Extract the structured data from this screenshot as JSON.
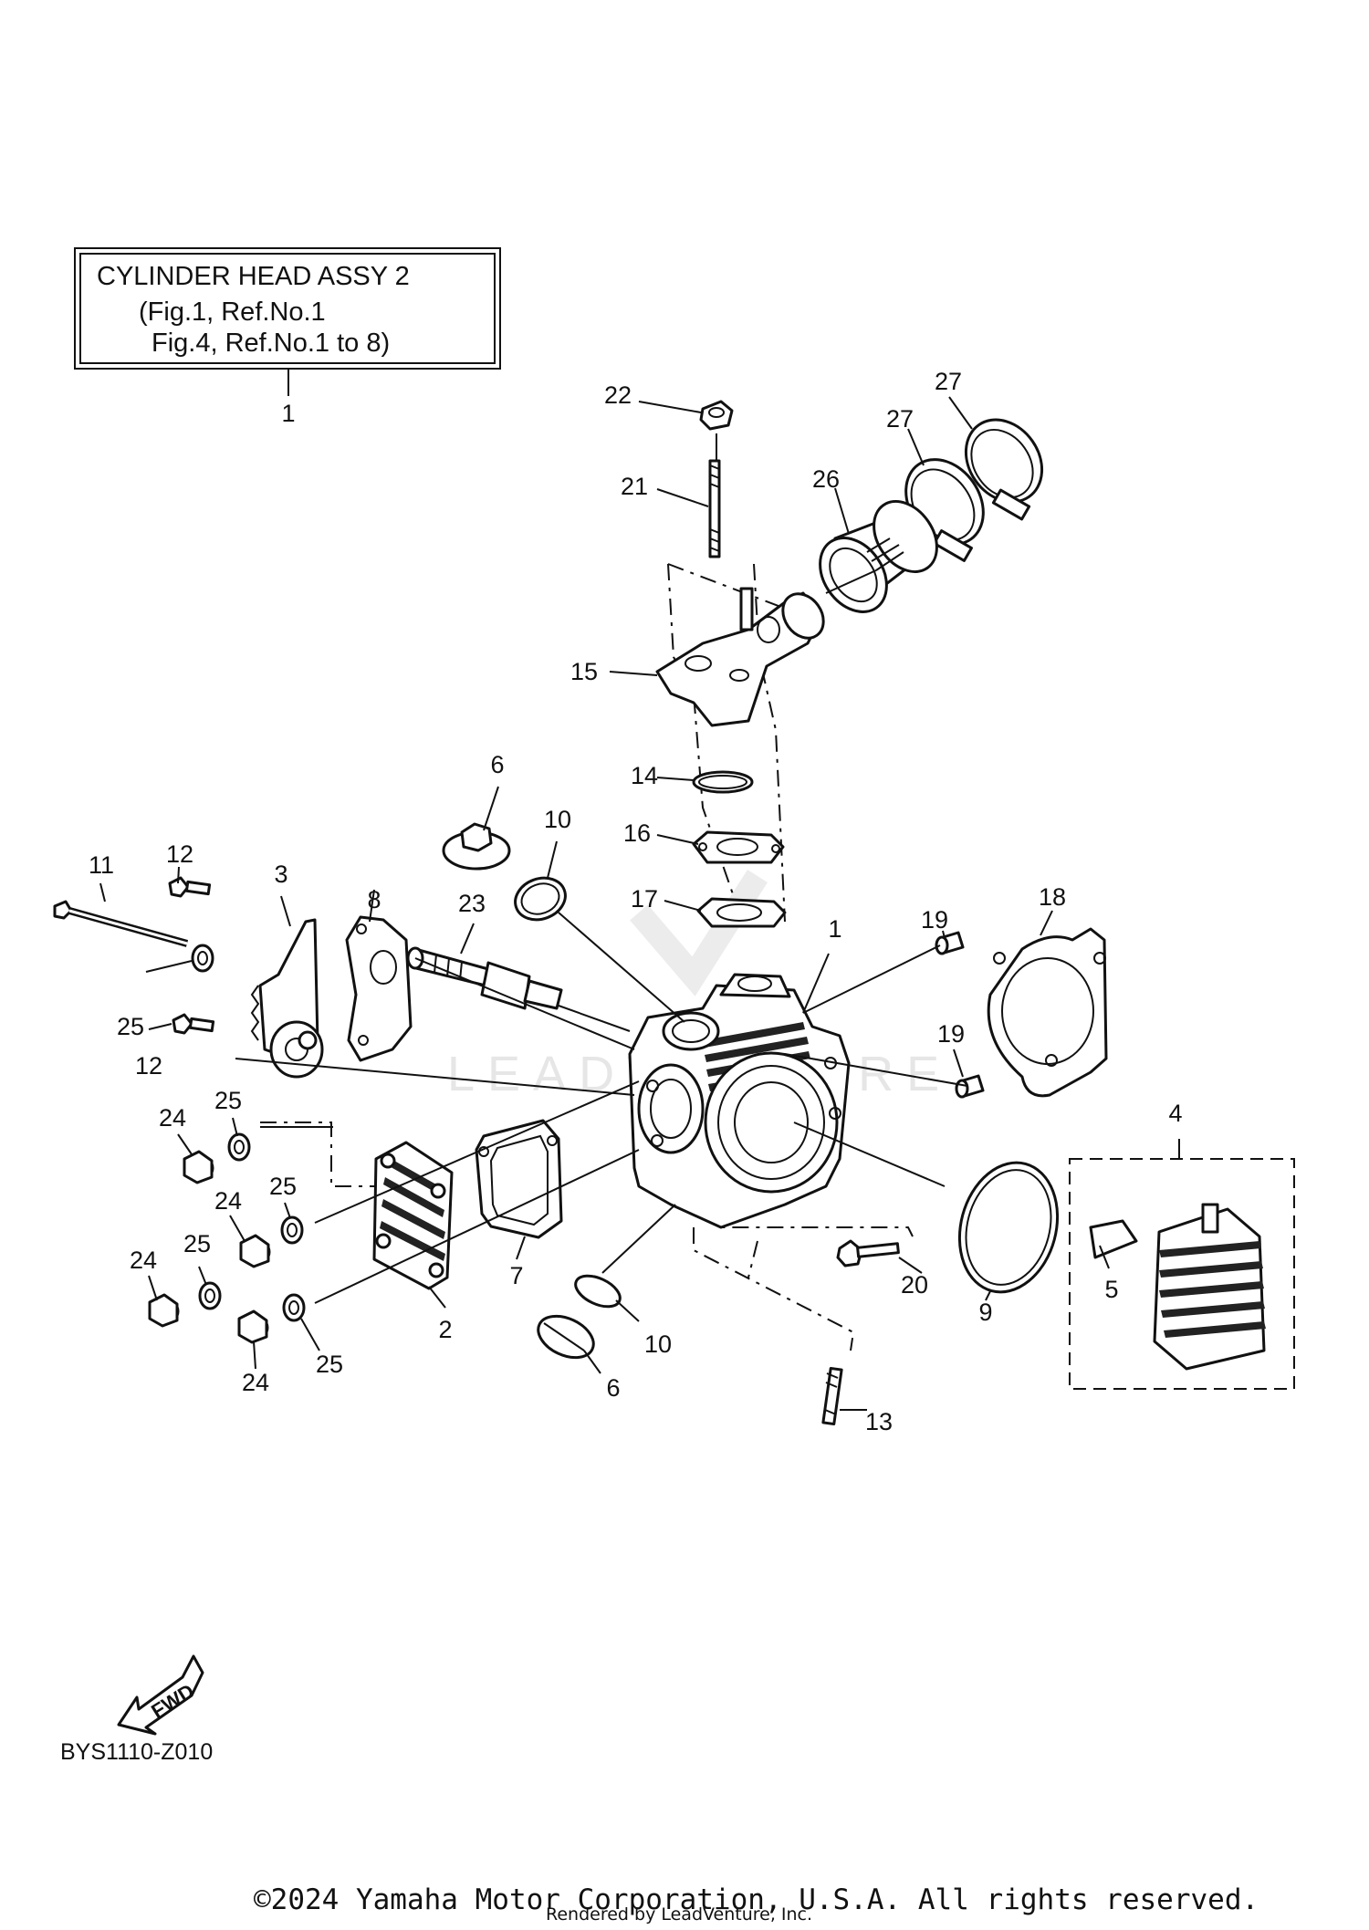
{
  "assembly_box": {
    "title": "CYLINDER HEAD ASSY 2",
    "line1": "(Fig.1, Ref.No.1",
    "line2": "Fig.4, Ref.No.1 to 8)",
    "ref": "1"
  },
  "callouts": {
    "c1": "1",
    "c2": "2",
    "c3": "3",
    "c4": "4",
    "c5": "5",
    "c6a": "6",
    "c6b": "6",
    "c7": "7",
    "c8": "8",
    "c9": "9",
    "c10a": "10",
    "c10b": "10",
    "c11": "11",
    "c12a": "12",
    "c12b": "12",
    "c13": "13",
    "c14": "14",
    "c15": "15",
    "c16": "16",
    "c17": "17",
    "c18": "18",
    "c19a": "19",
    "c19b": "19",
    "c20": "20",
    "c21": "21",
    "c22": "22",
    "c23": "23",
    "c24a": "24",
    "c24b": "24",
    "c24c": "24",
    "c24d": "24",
    "c25a": "25",
    "c25b": "25",
    "c25c": "25",
    "c25d": "25",
    "c25e": "25",
    "c26": "26",
    "c27a": "27",
    "c27b": "27"
  },
  "fwd_label": "FWD",
  "diagram_code": "BYS1110-Z010",
  "watermark": "LEADVENTURE",
  "copyright": "©2024 Yamaha Motor Corporation, U.S.A. All rights reserved.",
  "rendered_by": "Rendered by LeadVenture, Inc."
}
